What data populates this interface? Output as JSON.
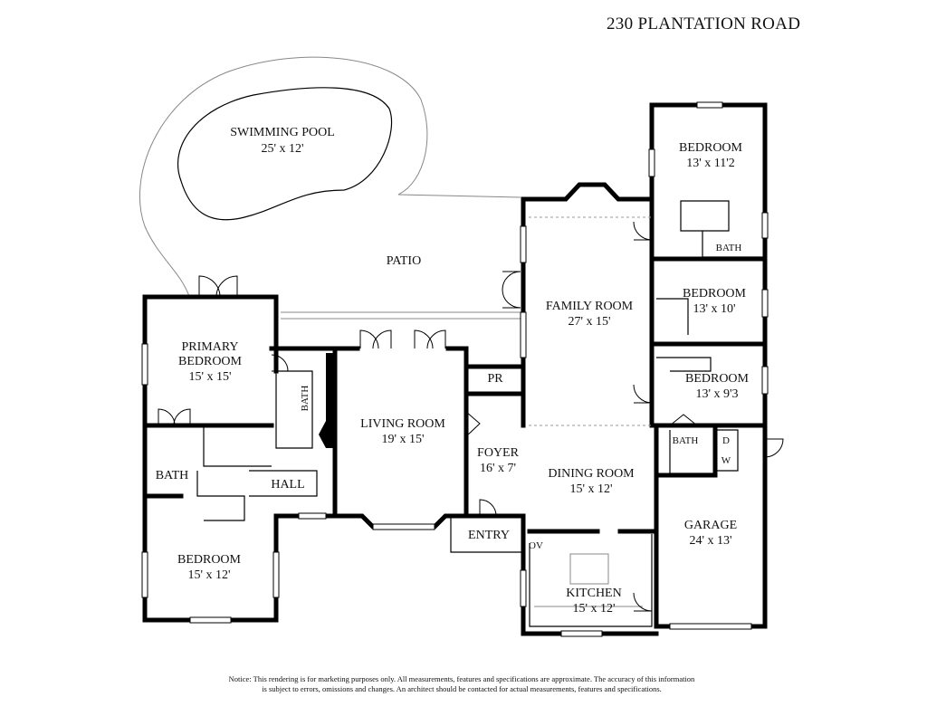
{
  "title": "230 PLANTATION ROAD",
  "notice": {
    "line1": "Notice: This rendering is for marketing purposes only. All measurements, features and specifications are approximate. The accuracy of this information",
    "line2": "is subject to errors, omissions and changes. An architect should be contacted for actual measurements, features and specifications."
  },
  "rooms": {
    "pool": {
      "name": "SWIMMING POOL",
      "size": "25' x 12'"
    },
    "patio": {
      "name": "PATIO"
    },
    "bedroom_ne": {
      "name": "BEDROOM",
      "size": "13' x 11'2"
    },
    "bath_ne": {
      "name": "BATH"
    },
    "bedroom_e1": {
      "name": "BEDROOM",
      "size": "13' x 10'"
    },
    "bedroom_e2": {
      "name": "BEDROOM",
      "size": "13' x 9'3"
    },
    "family": {
      "name": "FAMILY ROOM",
      "size": "27' x 15'"
    },
    "primary": {
      "name1": "PRIMARY",
      "name2": "BEDROOM",
      "size": "15' x 15'"
    },
    "bath_primary": {
      "name": "BATH"
    },
    "pr": {
      "name": "PR"
    },
    "living": {
      "name": "LIVING ROOM",
      "size": "19' x 15'"
    },
    "foyer": {
      "name": "FOYER",
      "size": "16' x 7'"
    },
    "bath_w": {
      "name": "BATH"
    },
    "hall": {
      "name": "HALL"
    },
    "dining": {
      "name": "DINING ROOM",
      "size": "15' x 12'"
    },
    "bath_garage": {
      "name": "BATH"
    },
    "dryer": {
      "name": "D"
    },
    "washer": {
      "name": "W"
    },
    "garage": {
      "name": "GARAGE",
      "size": "24' x 13'"
    },
    "bedroom_sw": {
      "name": "BEDROOM",
      "size": "15' x 12'"
    },
    "entry": {
      "name": "ENTRY"
    },
    "oven": {
      "name": "OV"
    },
    "kitchen": {
      "name": "KITCHEN",
      "size": "15' x 12'"
    }
  }
}
